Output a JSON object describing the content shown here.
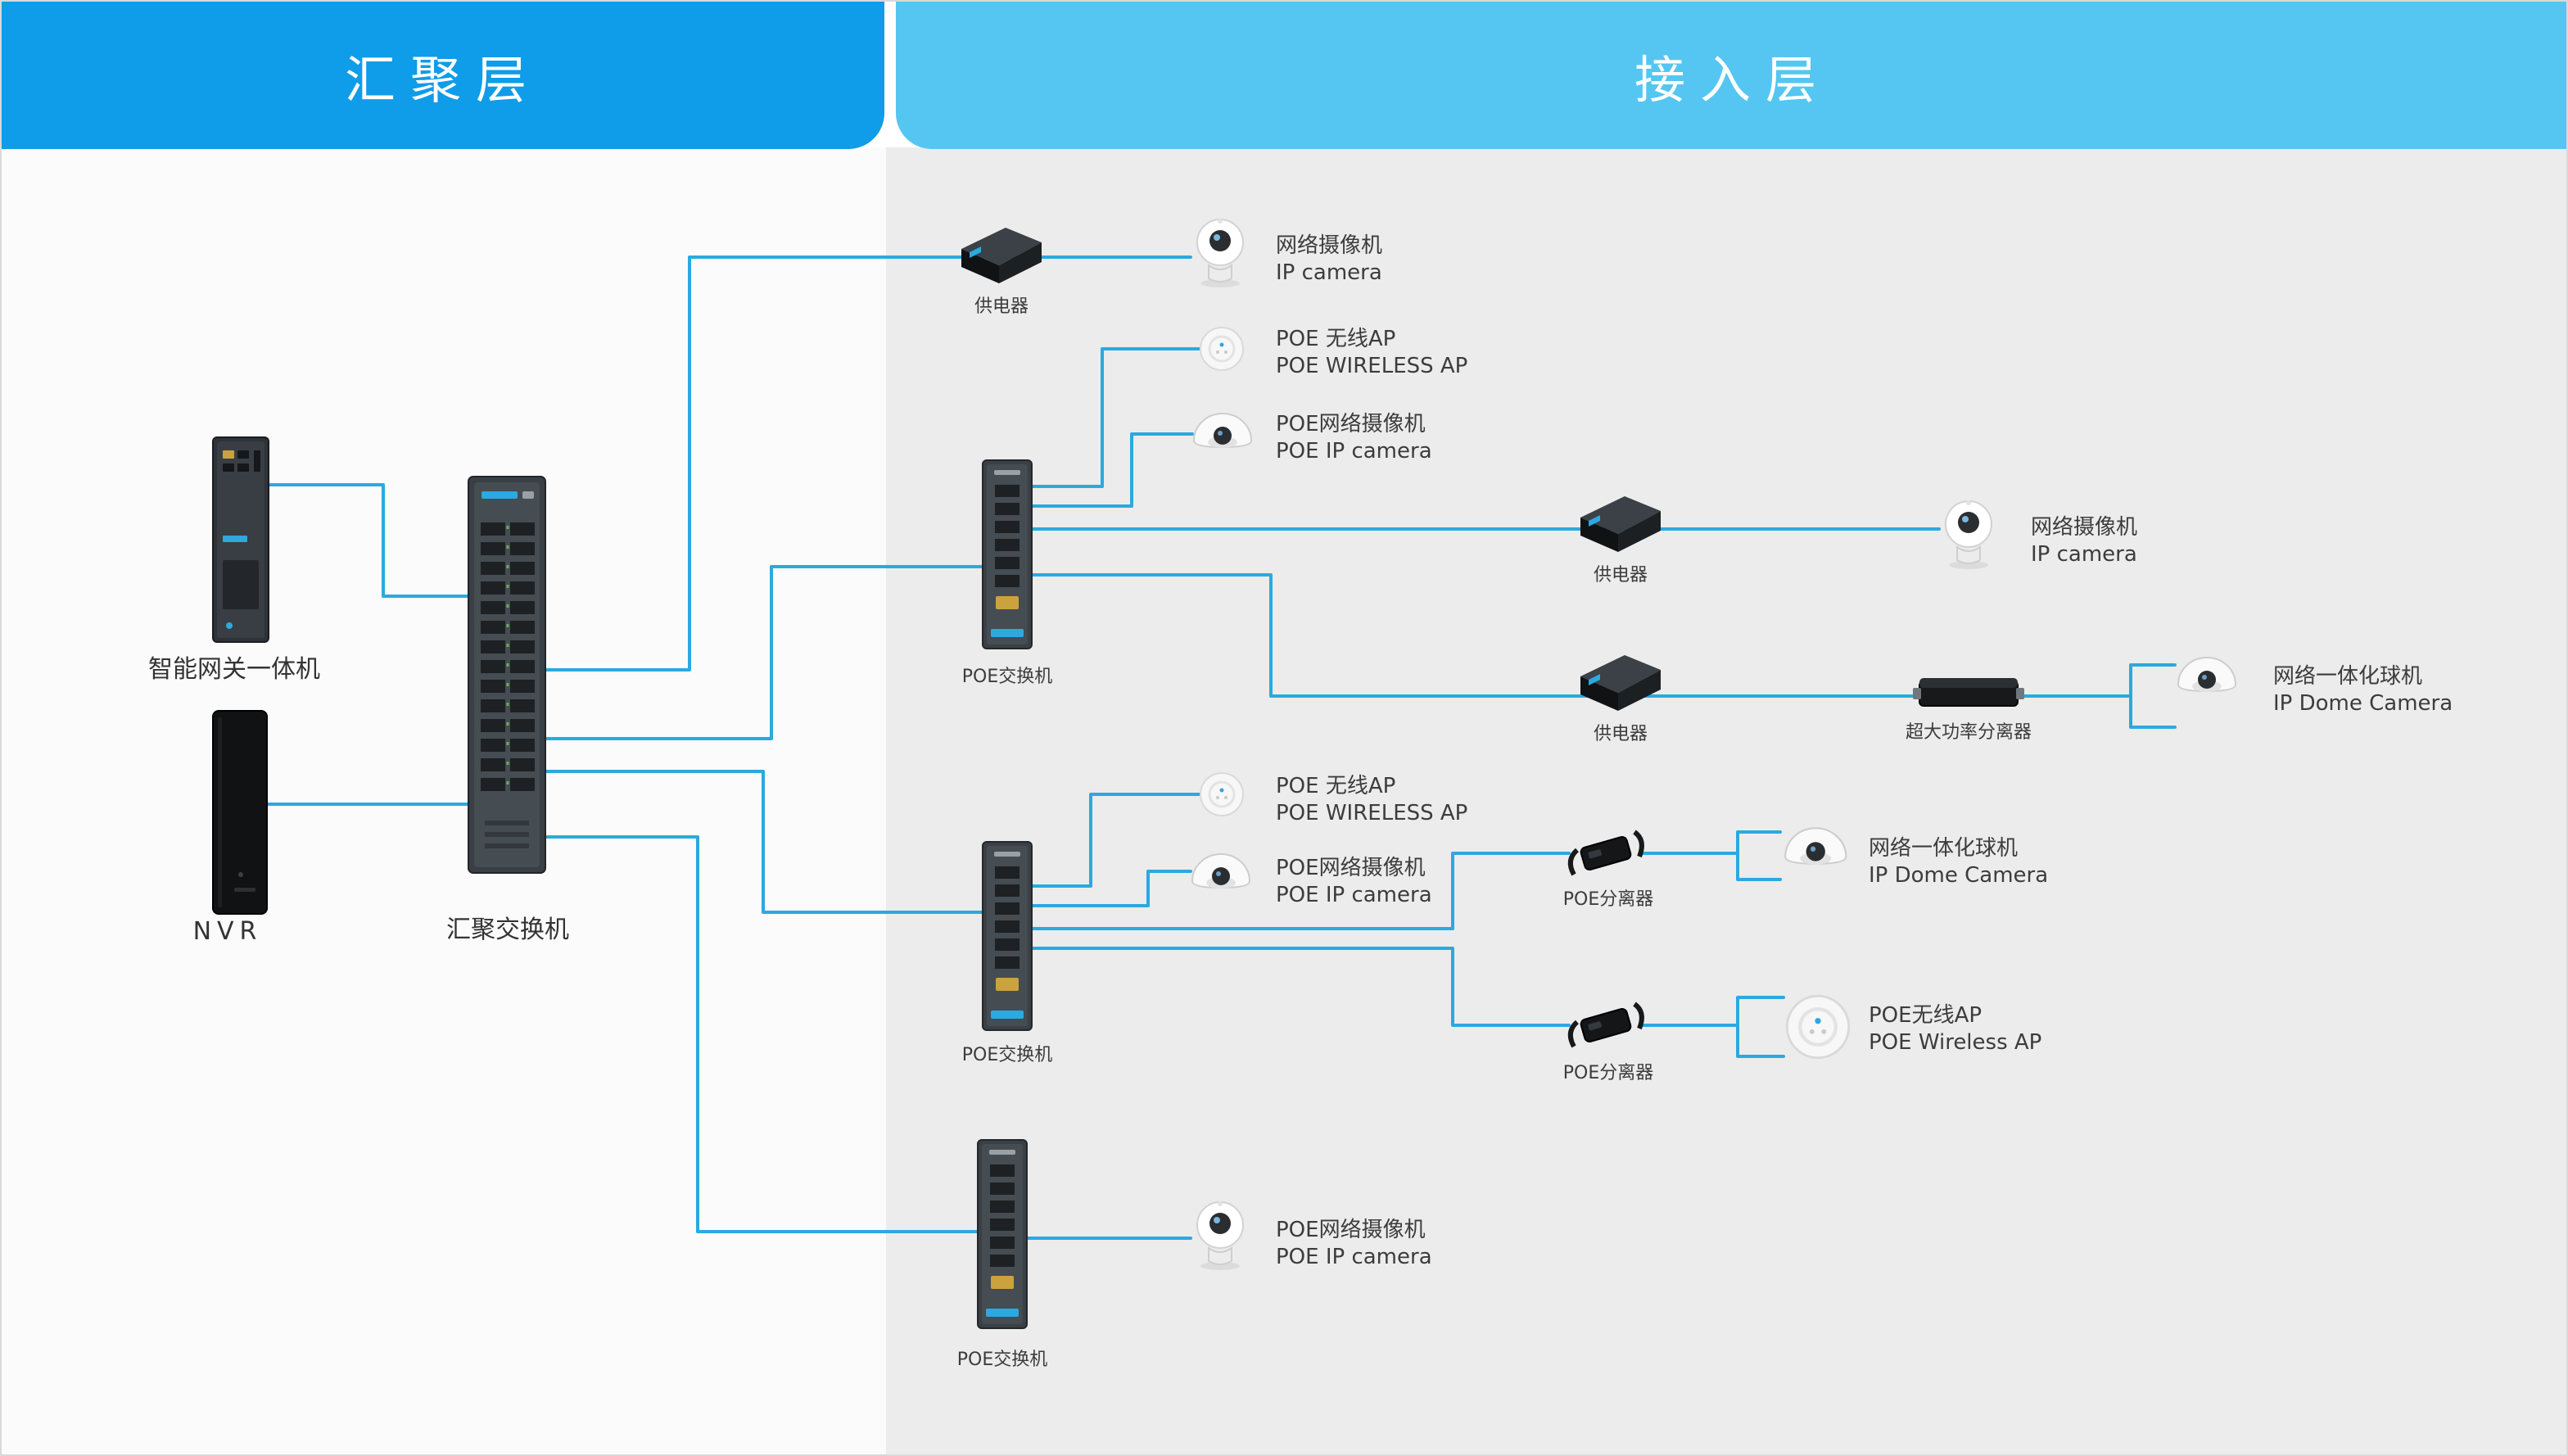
{
  "headers": {
    "aggregation": "汇聚层",
    "access": "接入层"
  },
  "colors": {
    "header_aggregation": "#0f9ce9",
    "header_access": "#55c6f2",
    "connection_line": "#2BA9E0",
    "panel_aggregation": "#fbfbfb",
    "panel_access": "#ececec"
  },
  "devices": {
    "gateway": "智能网关一体机",
    "nvr": "NVR",
    "aggregation_switch": "汇聚交换机",
    "power_injector": "供电器",
    "poe_switch": "POE交换机",
    "high_power_splitter": "超大功率分离器",
    "poe_splitter": "POE分离器"
  },
  "endpoints": {
    "ip_camera": {
      "zh": "网络摄像机",
      "en": "IP camera"
    },
    "poe_wireless_ap": {
      "zh": "POE 无线AP",
      "en": "POE WIRELESS AP"
    },
    "poe_ip_camera": {
      "zh": "POE网络摄像机",
      "en": "POE IP camera"
    },
    "ip_dome_camera": {
      "zh": "网络一体化球机",
      "en": "IP Dome Camera"
    },
    "poe_wireless_ap_alt": {
      "zh": "POE无线AP",
      "en": "POE Wireless AP"
    }
  },
  "connections": [
    {
      "from": "gateway",
      "to": "aggregation-switch"
    },
    {
      "from": "nvr",
      "to": "aggregation-switch"
    },
    {
      "from": "aggregation-switch",
      "to": "power-injector-1"
    },
    {
      "from": "power-injector-1",
      "to": "ip-camera-1"
    },
    {
      "from": "aggregation-switch",
      "to": "poe-switch-1"
    },
    {
      "from": "aggregation-switch",
      "to": "poe-switch-2"
    },
    {
      "from": "aggregation-switch",
      "to": "poe-switch-3"
    },
    {
      "from": "poe-switch-1",
      "to": "poe-wireless-ap-1"
    },
    {
      "from": "poe-switch-1",
      "to": "poe-ip-camera-1"
    },
    {
      "from": "poe-switch-1",
      "to": "power-injector-2"
    },
    {
      "from": "power-injector-2",
      "to": "ip-camera-2"
    },
    {
      "from": "poe-switch-1",
      "to": "power-injector-3"
    },
    {
      "from": "power-injector-3",
      "to": "high-power-splitter"
    },
    {
      "from": "high-power-splitter",
      "to": "ip-dome-camera-1"
    },
    {
      "from": "poe-switch-2",
      "to": "poe-wireless-ap-2"
    },
    {
      "from": "poe-switch-2",
      "to": "poe-ip-camera-2"
    },
    {
      "from": "poe-switch-2",
      "to": "poe-splitter-1"
    },
    {
      "from": "poe-splitter-1",
      "to": "ip-dome-camera-2"
    },
    {
      "from": "poe-switch-2",
      "to": "poe-splitter-2"
    },
    {
      "from": "poe-splitter-2",
      "to": "poe-wireless-ap-3"
    },
    {
      "from": "poe-switch-3",
      "to": "poe-ip-camera-3"
    }
  ]
}
